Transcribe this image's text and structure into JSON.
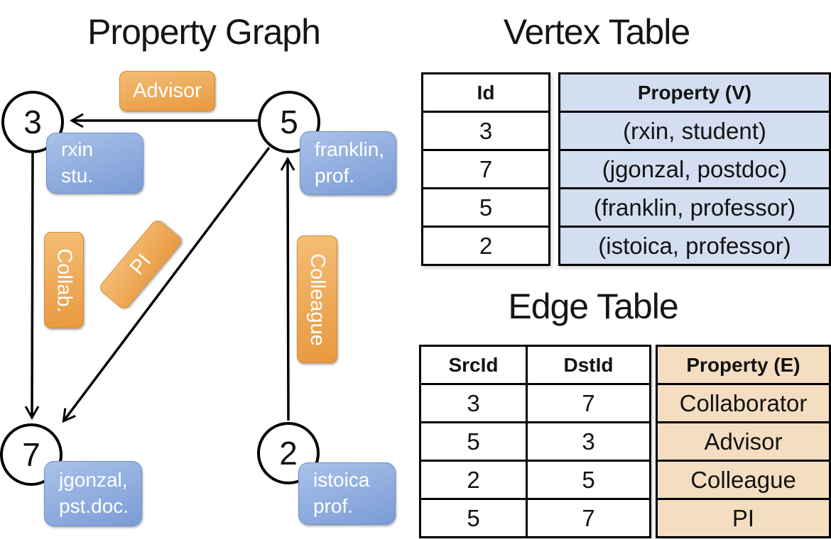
{
  "colors": {
    "node_fill": "#ffffff",
    "line_stroke": "#000000",
    "vertex_property_bg": "#d3def0",
    "edge_property_bg": "#f4ddc1",
    "blue_box_top": "#a9c2e9",
    "blue_box_bottom": "#7a9bd5",
    "orange_box_top": "#f4bd75",
    "orange_box_bottom": "#e8993f"
  },
  "graph_panel": {
    "title": "Property Graph",
    "nodes": [
      {
        "id": "3",
        "property": "rxin\nstu."
      },
      {
        "id": "5",
        "property": "franklin,\nprof."
      },
      {
        "id": "7",
        "property": "jgonzal,\npst.doc."
      },
      {
        "id": "2",
        "property": "istoica\nprof."
      }
    ],
    "edges": [
      {
        "label": "Advisor",
        "src": "5",
        "dst": "3"
      },
      {
        "label": "Collab.",
        "src": "3",
        "dst": "7"
      },
      {
        "label": "PI",
        "src": "5",
        "dst": "7"
      },
      {
        "label": "Colleague",
        "src": "2",
        "dst": "5"
      }
    ]
  },
  "vertex_table": {
    "title": "Vertex Table",
    "columns": {
      "id": "Id",
      "property": "Property (V)"
    },
    "rows": [
      {
        "id": "3",
        "property": "(rxin, student)"
      },
      {
        "id": "7",
        "property": "(jgonzal, postdoc)"
      },
      {
        "id": "5",
        "property": "(franklin, professor)"
      },
      {
        "id": "2",
        "property": "(istoica, professor)"
      }
    ]
  },
  "edge_table": {
    "title": "Edge Table",
    "columns": {
      "src": "SrcId",
      "dst": "DstId",
      "property": "Property (E)"
    },
    "rows": [
      {
        "src": "3",
        "dst": "7",
        "property": "Collaborator"
      },
      {
        "src": "5",
        "dst": "3",
        "property": "Advisor"
      },
      {
        "src": "2",
        "dst": "5",
        "property": "Colleague"
      },
      {
        "src": "5",
        "dst": "7",
        "property": "PI"
      }
    ]
  }
}
